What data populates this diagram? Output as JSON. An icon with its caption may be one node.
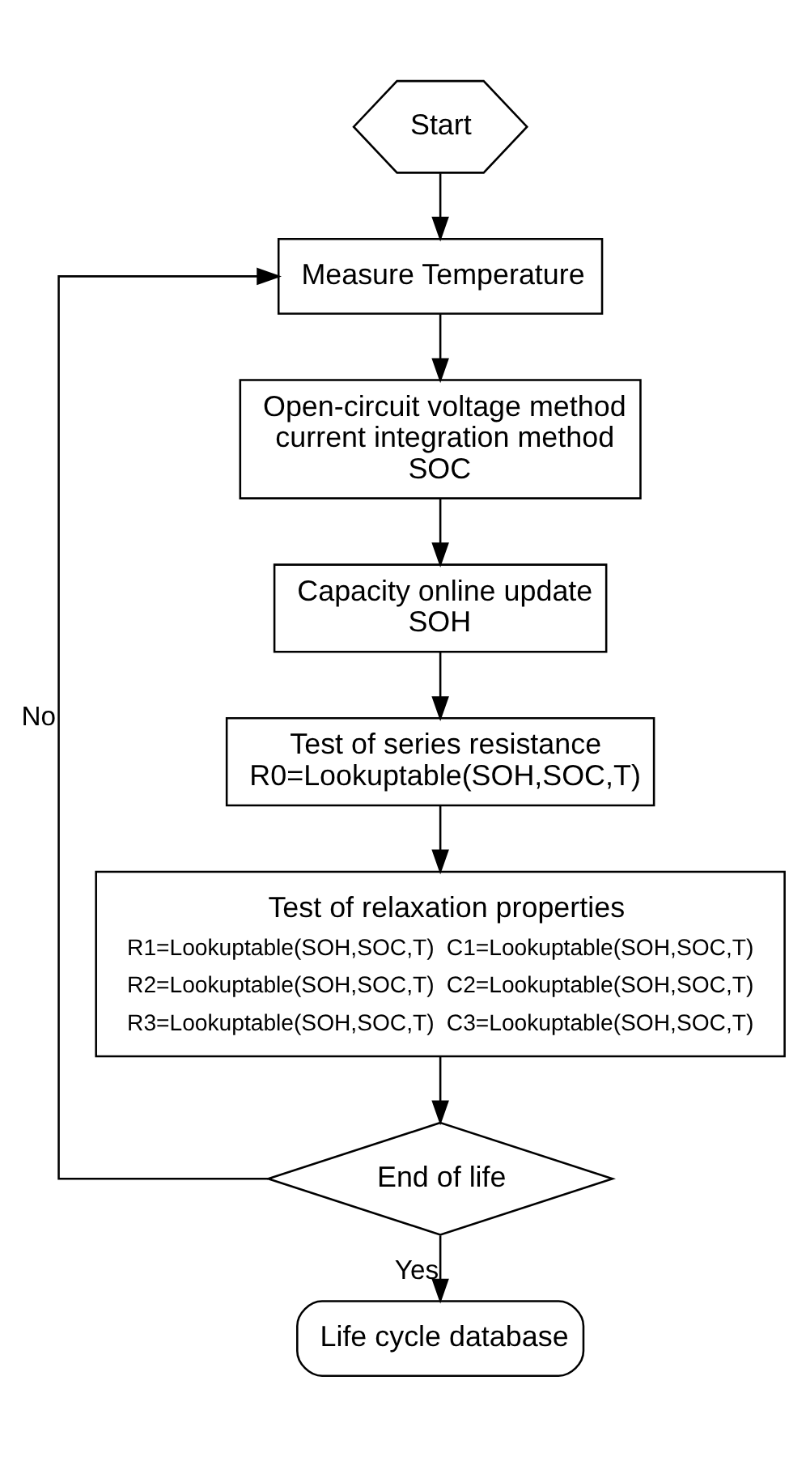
{
  "diagram": {
    "nodes": [
      {
        "text": [
          "Start"
        ]
      },
      {
        "text": [
          "Measure Temperature"
        ]
      },
      {
        "text": [
          "Open-circuit voltage method",
          "current integration method",
          "SOC"
        ]
      },
      {
        "text": [
          "Capacity online update",
          "SOH"
        ]
      },
      {
        "text": [
          "Test of series resistance",
          "R0=Lookuptable(SOH,SOC,T)"
        ]
      },
      {
        "text": [
          "Test of relaxation properties",
          "R1=Lookuptable(SOH,SOC,T)",
          "C1=Lookuptable(SOH,SOC,T)",
          "R2=Lookuptable(SOH,SOC,T)",
          "C2=Lookuptable(SOH,SOC,T)",
          "R3=Lookuptable(SOH,SOC,T)",
          "C3=Lookuptable(SOH,SOC,T)"
        ]
      },
      {
        "text": [
          "End of life"
        ]
      },
      {
        "text": [
          "Life cycle database"
        ]
      }
    ],
    "edges": [
      {
        "from": 0,
        "to": 1,
        "arrow": "to"
      },
      {
        "from": 6,
        "to": 1,
        "arrow": "to",
        "label": "No"
      },
      {
        "from": 1,
        "to": 2,
        "arrow": "to"
      },
      {
        "from": 2,
        "to": 3,
        "arrow": "to"
      },
      {
        "from": 3,
        "to": 4,
        "arrow": "to"
      },
      {
        "from": 4,
        "to": 5,
        "arrow": "to"
      },
      {
        "from": 5,
        "to": 6,
        "arrow": "to"
      },
      {
        "from": 6,
        "to": 7,
        "arrow": "to",
        "label": "Yes"
      }
    ]
  }
}
